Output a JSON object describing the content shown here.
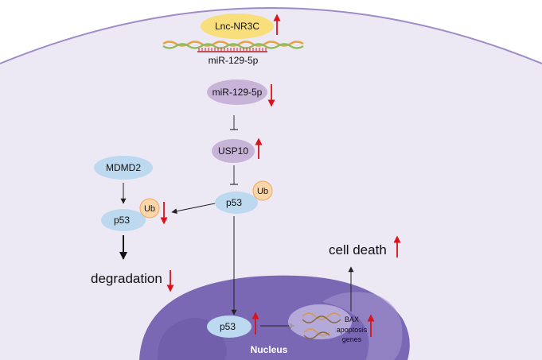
{
  "nodes": {
    "lnc_nr3c": "Lnc-NR3C",
    "mirna_duplex_label": "miR-129-5p",
    "mirna": "miR-129-5p",
    "usp10": "USP10",
    "mdmd2": "MDMD2",
    "p53_center": "p53",
    "ub_center": "Ub",
    "p53_left": "p53",
    "ub_left": "Ub",
    "degradation": "degradation",
    "cell_death": "cell death",
    "p53_nucleus": "p53",
    "bax": "BAX",
    "apoptosis_genes_line1": "apoptosis",
    "apoptosis_genes_line2": "genes",
    "nucleus": "Nucleus"
  },
  "regulation": {
    "lnc_nr3c": "up",
    "mirna": "down",
    "usp10": "up",
    "ub_left": "down",
    "degradation": "down",
    "cell_death": "up",
    "p53_nucleus": "up",
    "bax_apoptosis_genes": "up"
  },
  "colors": {
    "cell_interior": "#ece8f4",
    "cell_membrane": "#9f8cc6",
    "nucleus": "#7a68b4",
    "nucleus_shadow": "#6a58a4",
    "lnc_ellipse": "#f9de7c",
    "mirna_ellipse": "#c8b3d9",
    "p53_ellipse": "#bcd9ef",
    "ub_circle": "#fbd6a8",
    "ub_stroke": "#f0a860",
    "up_down_arrow": "#d9141b",
    "rna_orange": "#e8a23c",
    "rna_green": "#8fbf5a"
  }
}
